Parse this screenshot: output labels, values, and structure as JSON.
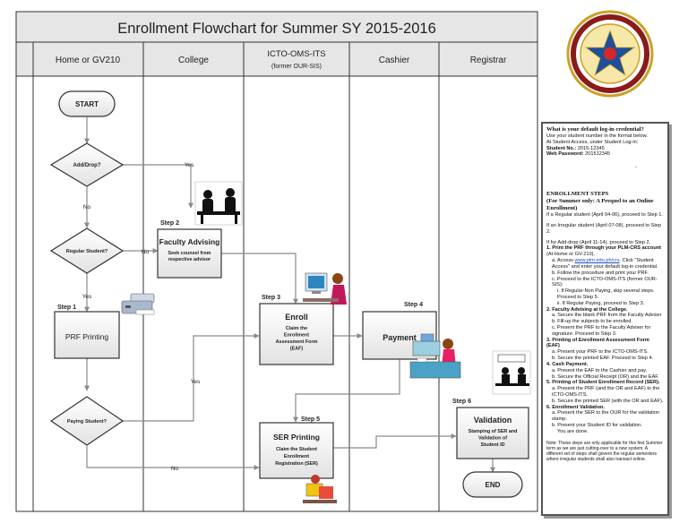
{
  "title": "Enrollment Flowchart for Summer SY 2015-2016",
  "lanes": [
    {
      "label": "Home or GV210",
      "sub": ""
    },
    {
      "label": "College",
      "sub": ""
    },
    {
      "label": "ICTO-OMS-ITS",
      "sub": "(former OUR-SIS)"
    },
    {
      "label": "Cashier",
      "sub": ""
    },
    {
      "label": "Registrar",
      "sub": ""
    }
  ],
  "nodes": {
    "start": "START",
    "add_drop": "Add/Drop?",
    "regular": "Regular Student?",
    "prf": "PRF Printing",
    "paying": "Paying Student?",
    "faculty": {
      "title": "Faculty Advising",
      "sub": "Seek counsel from respective advisor"
    },
    "enroll": {
      "title": "Enroll",
      "sub": "Claim the Enrollment Assessment Form (EAF)"
    },
    "payment": "Payment",
    "ser": {
      "title": "SER Printing",
      "sub": "Claim the Student Enrollment Registration (SER)"
    },
    "validation": {
      "title": "Validation",
      "sub": "Stamping of SER and Validation of Student ID"
    },
    "end": "END"
  },
  "steps": {
    "s1": "Step 1",
    "s2": "Step 2",
    "s3": "Step 3",
    "s4": "Step 4",
    "s5": "Step 5",
    "s6": "Step 6"
  },
  "edge_labels": {
    "yes": "Yes",
    "no": "No"
  },
  "seal_alt": "university-seal",
  "panel": {
    "q_title": "What is your default log-in credential?",
    "q_line1": "Use your student number in the format below.",
    "q_line2": "At Student Access, under Student Log-in:",
    "q_student_label": "Student No.:",
    "q_student_value": "2015-12345",
    "q_pw_label": "Web Password:",
    "q_pw_value": "201512345",
    "dash": "-",
    "steps_title": "ENROLLMENT STEPS",
    "steps_subtitle": "(For Summer only: A Prequel to an Online Enrollment)",
    "p1": "If a Regular student (April 04-06), proceed to Step 1.",
    "p2": "If an Irregular student (April 07-08), proceed to Step 2.",
    "p3": "If for Add-drop (April 11-14), proceed to Step 2.",
    "i1_title": "1. Print the PRF through your PLM-CRS account",
    "i1_sub": "(At Home or GV-210).",
    "i1_a_pre": "a. Access",
    "i1_a_link": "www.plm.edu.ph/crs",
    "i1_a_post": ". Click \"Student Access\" and enter your default log-in credential.",
    "i1_b": "b. Follow the procedure and print your PRF.",
    "i1_c": "c. Proceed to the ICTO-OMS-ITS (former OUR-SIS):",
    "i1_c_i": "i. If Regular-Non Paying, skip several steps. Proceed to Step 5.",
    "i1_c_ii": "ii. If Regular Paying, proceed to Step 3.",
    "i2_title": "2. Faculty Advising at the College.",
    "i2_a": "a. Secure the blank PRF from the Faculty Adviser",
    "i2_b": "b. Fill-up the subjects to be enrolled.",
    "i2_c": "c. Present the PRF to the Faculty Adviser for signature. Proceed to Step 3.",
    "i3_title": "3. Printing of Enrollment Assessment Form (EAF)",
    "i3_a": "a. Present your PRF to the ICTO-OMS-ITS.",
    "i3_b": "b. Secure the printed EAF. Proceed to Step 4.",
    "i4_title": "4. Cash Payment.",
    "i4_a": "a. Present the EAF to the Cashier and pay.",
    "i4_b": "b. Secure the Official Receipt (OR) and the EAF.",
    "i5_title": "5. Printing of Student Enrollment Record (SER).",
    "i5_a": "a. Present the PRF (and the OR and EAF) to the ICTO-OMS-ITS.",
    "i5_b": "b. Secure the printed SER (with the OR and EAF).",
    "i6_title": "6. Enrollment Validation.",
    "i6_a": "a. Present the SER to the OUR for the validation stamp.",
    "i6_b": "b. Present your Student ID for validation.",
    "i6_done": "You are done.",
    "note": "Note: These steps are only applicable for this first Summer term as we are just cutting-over to a new system. A different set of steps shall govern the regular semesters where irregular students shall also transact online."
  }
}
